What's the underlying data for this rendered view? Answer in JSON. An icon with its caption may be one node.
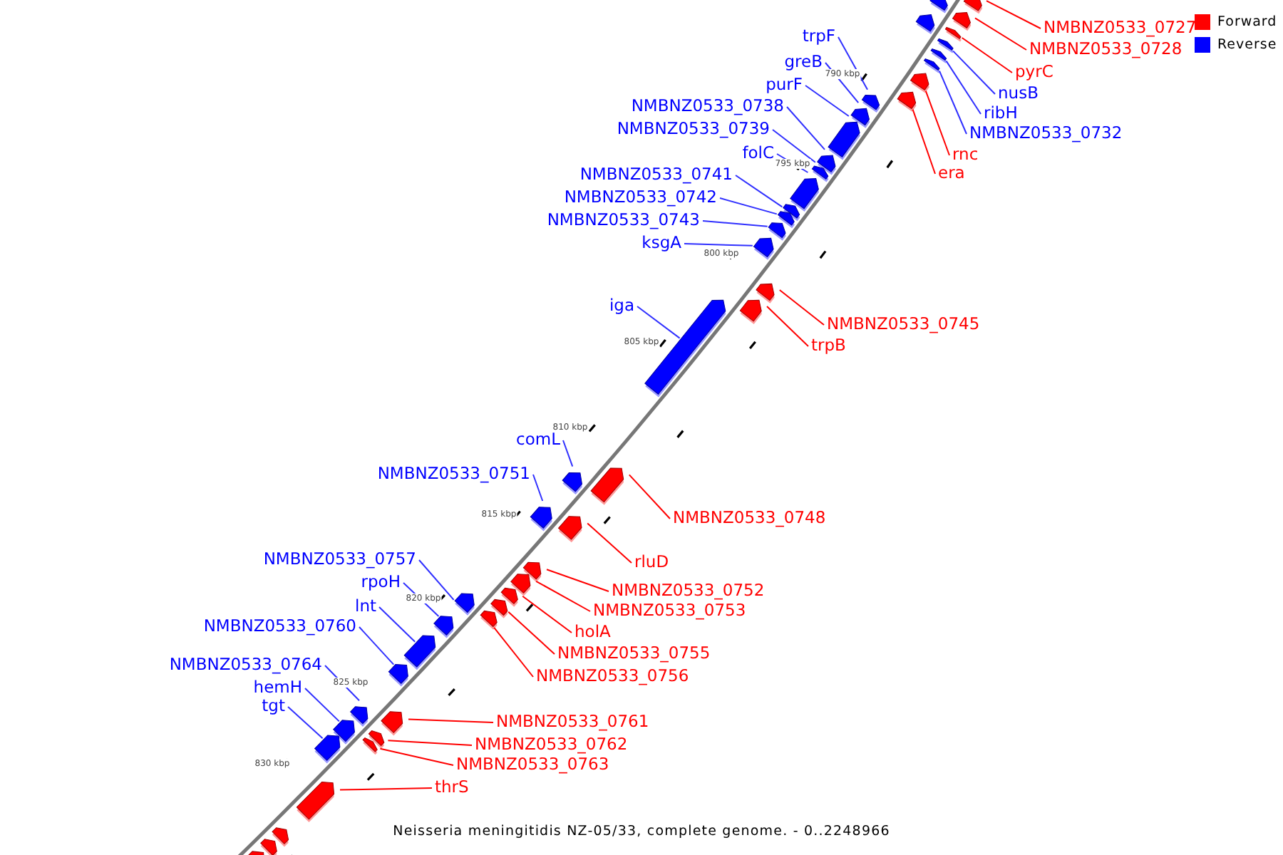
{
  "diagram": {
    "caption": "Neisseria meningitidis NZ-05/33, complete genome. - 0..2248966",
    "nodes": [
      {
        "text": [
          "trpF"
        ]
      },
      {
        "text": [
          "NMBNZ0533_0727"
        ]
      },
      {
        "text": [
          "NMBNZ0533_0728"
        ]
      },
      {
        "text": [
          "greB"
        ]
      },
      {
        "text": [
          "pyrC"
        ]
      },
      {
        "text": [
          "purF"
        ]
      },
      {
        "text": [
          "nusB"
        ]
      },
      {
        "text": [
          "NMBNZ0533_0738"
        ]
      },
      {
        "text": [
          "ribH"
        ]
      },
      {
        "text": [
          "NMBNZ0533_0739"
        ]
      },
      {
        "text": [
          "NMBNZ0533_0732"
        ]
      },
      {
        "text": [
          "folC"
        ]
      },
      {
        "text": [
          "rnc"
        ]
      },
      {
        "text": [
          "era"
        ]
      },
      {
        "text": [
          "NMBNZ0533_0741"
        ]
      },
      {
        "text": [
          "NMBNZ0533_0742"
        ]
      },
      {
        "text": [
          "NMBNZ0533_0743"
        ]
      },
      {
        "text": [
          "ksgA"
        ]
      },
      {
        "text": [
          "iga"
        ]
      },
      {
        "text": [
          "NMBNZ0533_0745"
        ]
      },
      {
        "text": [
          "trpB"
        ]
      },
      {
        "text": [
          "comL"
        ]
      },
      {
        "text": [
          "NMBNZ0533_0751"
        ]
      },
      {
        "text": [
          "NMBNZ0533_0748"
        ]
      },
      {
        "text": [
          "NMBNZ0533_0757"
        ]
      },
      {
        "text": [
          "rluD"
        ]
      },
      {
        "text": [
          "rpoH"
        ]
      },
      {
        "text": [
          "NMBNZ0533_0752"
        ]
      },
      {
        "text": [
          "lnt"
        ]
      },
      {
        "text": [
          "NMBNZ0533_0753"
        ]
      },
      {
        "text": [
          "NMBNZ0533_0760"
        ]
      },
      {
        "text": [
          "holA"
        ]
      },
      {
        "text": [
          "NMBNZ0533_0755"
        ]
      },
      {
        "text": [
          "NMBNZ0533_0764"
        ]
      },
      {
        "text": [
          "NMBNZ0533_0756"
        ]
      },
      {
        "text": [
          "hemH"
        ]
      },
      {
        "text": [
          "tgt"
        ]
      },
      {
        "text": [
          "NMBNZ0533_0761"
        ]
      },
      {
        "text": [
          "NMBNZ0533_0762"
        ]
      },
      {
        "text": [
          "NMBNZ0533_0763"
        ]
      },
      {
        "text": [
          "thrS"
        ]
      },
      {
        "text": [],
        "shape": "bar"
      },
      {
        "text": [],
        "shape": "bar"
      },
      {
        "text": [],
        "shape": "bar"
      },
      {
        "text": [],
        "shape": "bar"
      },
      {
        "text": [],
        "shape": "bar"
      },
      {
        "text": [],
        "shape": "bar"
      },
      {
        "text": [],
        "shape": "bar"
      },
      {
        "text": [],
        "shape": "bar"
      },
      {
        "text": [],
        "shape": "bar"
      },
      {
        "text": [],
        "shape": "bar"
      },
      {
        "text": [],
        "shape": "bar"
      },
      {
        "text": [],
        "shape": "bar"
      },
      {
        "text": [],
        "shape": "bar"
      },
      {
        "text": [],
        "shape": "bar"
      },
      {
        "text": [],
        "shape": "bar"
      },
      {
        "text": [],
        "shape": "bar"
      },
      {
        "text": [],
        "shape": "bar"
      },
      {
        "text": [],
        "shape": "bar"
      },
      {
        "text": [],
        "shape": "bar"
      },
      {
        "text": [],
        "shape": "bar"
      },
      {
        "text": [],
        "shape": "bar"
      },
      {
        "text": [],
        "shape": "bar"
      },
      {
        "text": [],
        "shape": "bar"
      },
      {
        "text": [],
        "shape": "bar"
      },
      {
        "text": [],
        "shape": "bar"
      },
      {
        "text": [],
        "shape": "bar"
      },
      {
        "text": [],
        "shape": "bar"
      },
      {
        "text": [],
        "shape": "bar"
      },
      {
        "text": [],
        "shape": "bar"
      },
      {
        "text": [],
        "shape": "bar"
      },
      {
        "text": [],
        "shape": "bar"
      },
      {
        "text": [],
        "shape": "bar"
      },
      {
        "text": [],
        "shape": "bar"
      },
      {
        "text": [],
        "shape": "bar"
      },
      {
        "text": [],
        "shape": "bar"
      },
      {
        "text": [],
        "shape": "bar"
      },
      {
        "text": [],
        "shape": "bar"
      },
      {
        "text": [],
        "shape": "bar"
      },
      {
        "text": [],
        "shape": "bar"
      },
      {
        "text": [],
        "shape": "bar"
      },
      {
        "text": [],
        "shape": "bar"
      },
      {
        "text": [],
        "shape": "bar"
      },
      {
        "text": [],
        "shape": "bar"
      },
      {
        "text": [],
        "shape": "bar"
      },
      {
        "text": [],
        "shape": "bar"
      },
      {
        "text": [],
        "shape": "bar"
      }
    ],
    "edges": [
      {
        "from": 0,
        "to": 51,
        "arrow": "none"
      },
      {
        "from": 1,
        "to": 41,
        "arrow": "none",
        "color": "#ff0000"
      },
      {
        "from": 2,
        "to": 42,
        "arrow": "none",
        "color": "#ff0000"
      },
      {
        "from": 3,
        "to": 52,
        "arrow": "none"
      },
      {
        "from": 4,
        "to": 44,
        "arrow": "none",
        "color": "#ff0000"
      },
      {
        "from": 5,
        "to": 53,
        "arrow": "none"
      },
      {
        "from": 6,
        "to": 46,
        "arrow": "none"
      },
      {
        "from": 7,
        "to": 54,
        "arrow": "none"
      },
      {
        "from": 8,
        "to": 47,
        "arrow": "none"
      },
      {
        "from": 9,
        "to": 55,
        "arrow": "none"
      },
      {
        "from": 10,
        "to": 48,
        "arrow": "none"
      },
      {
        "from": 11,
        "to": 56,
        "arrow": "none"
      },
      {
        "from": 12,
        "to": 49,
        "arrow": "none",
        "color": "#ff0000"
      },
      {
        "from": 13,
        "to": 50,
        "arrow": "none",
        "color": "#ff0000"
      },
      {
        "from": 14,
        "to": 57,
        "arrow": "none"
      },
      {
        "from": 15,
        "to": 58,
        "arrow": "none"
      },
      {
        "from": 16,
        "to": 59,
        "arrow": "none"
      },
      {
        "from": 17,
        "to": 60,
        "arrow": "none"
      },
      {
        "from": 18,
        "to": 63,
        "arrow": "none"
      },
      {
        "from": 19,
        "to": 61,
        "arrow": "none",
        "color": "#ff0000"
      },
      {
        "from": 20,
        "to": 62,
        "arrow": "none",
        "color": "#ff0000"
      },
      {
        "from": 21,
        "to": 65,
        "arrow": "none"
      },
      {
        "from": 22,
        "to": 67,
        "arrow": "none"
      },
      {
        "from": 23,
        "to": 64,
        "arrow": "none",
        "color": "#ff0000"
      },
      {
        "from": 24,
        "to": 72,
        "arrow": "none"
      },
      {
        "from": 25,
        "to": 66,
        "arrow": "none",
        "color": "#ff0000"
      },
      {
        "from": 26,
        "to": 74,
        "arrow": "none"
      },
      {
        "from": 27,
        "to": 68,
        "arrow": "none",
        "color": "#ff0000"
      },
      {
        "from": 28,
        "to": 75,
        "arrow": "none"
      },
      {
        "from": 29,
        "to": 69,
        "arrow": "none",
        "color": "#ff0000"
      },
      {
        "from": 30,
        "to": 76,
        "arrow": "none"
      },
      {
        "from": 31,
        "to": 70,
        "arrow": "none",
        "color": "#ff0000"
      },
      {
        "from": 32,
        "to": 71,
        "arrow": "none",
        "color": "#ff0000"
      },
      {
        "from": 33,
        "to": 78,
        "arrow": "none"
      },
      {
        "from": 34,
        "to": 73,
        "arrow": "none",
        "color": "#ff0000"
      },
      {
        "from": 35,
        "to": 81,
        "arrow": "none"
      },
      {
        "from": 36,
        "to": 82,
        "arrow": "none"
      },
      {
        "from": 37,
        "to": 77,
        "arrow": "none",
        "color": "#ff0000"
      },
      {
        "from": 38,
        "to": 79,
        "arrow": "none",
        "color": "#ff0000"
      },
      {
        "from": 39,
        "to": 80,
        "arrow": "none",
        "color": "#ff0000"
      },
      {
        "from": 40,
        "to": 83,
        "arrow": "none",
        "color": "#ff0000"
      }
    ],
    "labels": [
      "790 kbp",
      "795 kbp",
      "800 kbp",
      "805 kbp",
      "810 kbp",
      "815 kbp",
      "820 kbp",
      "825 kbp",
      "830 kbp"
    ],
    "legend": [
      {
        "text": "Forward",
        "color": "#ff0000"
      },
      {
        "text": "Reverse",
        "color": "#0000ff"
      }
    ]
  }
}
